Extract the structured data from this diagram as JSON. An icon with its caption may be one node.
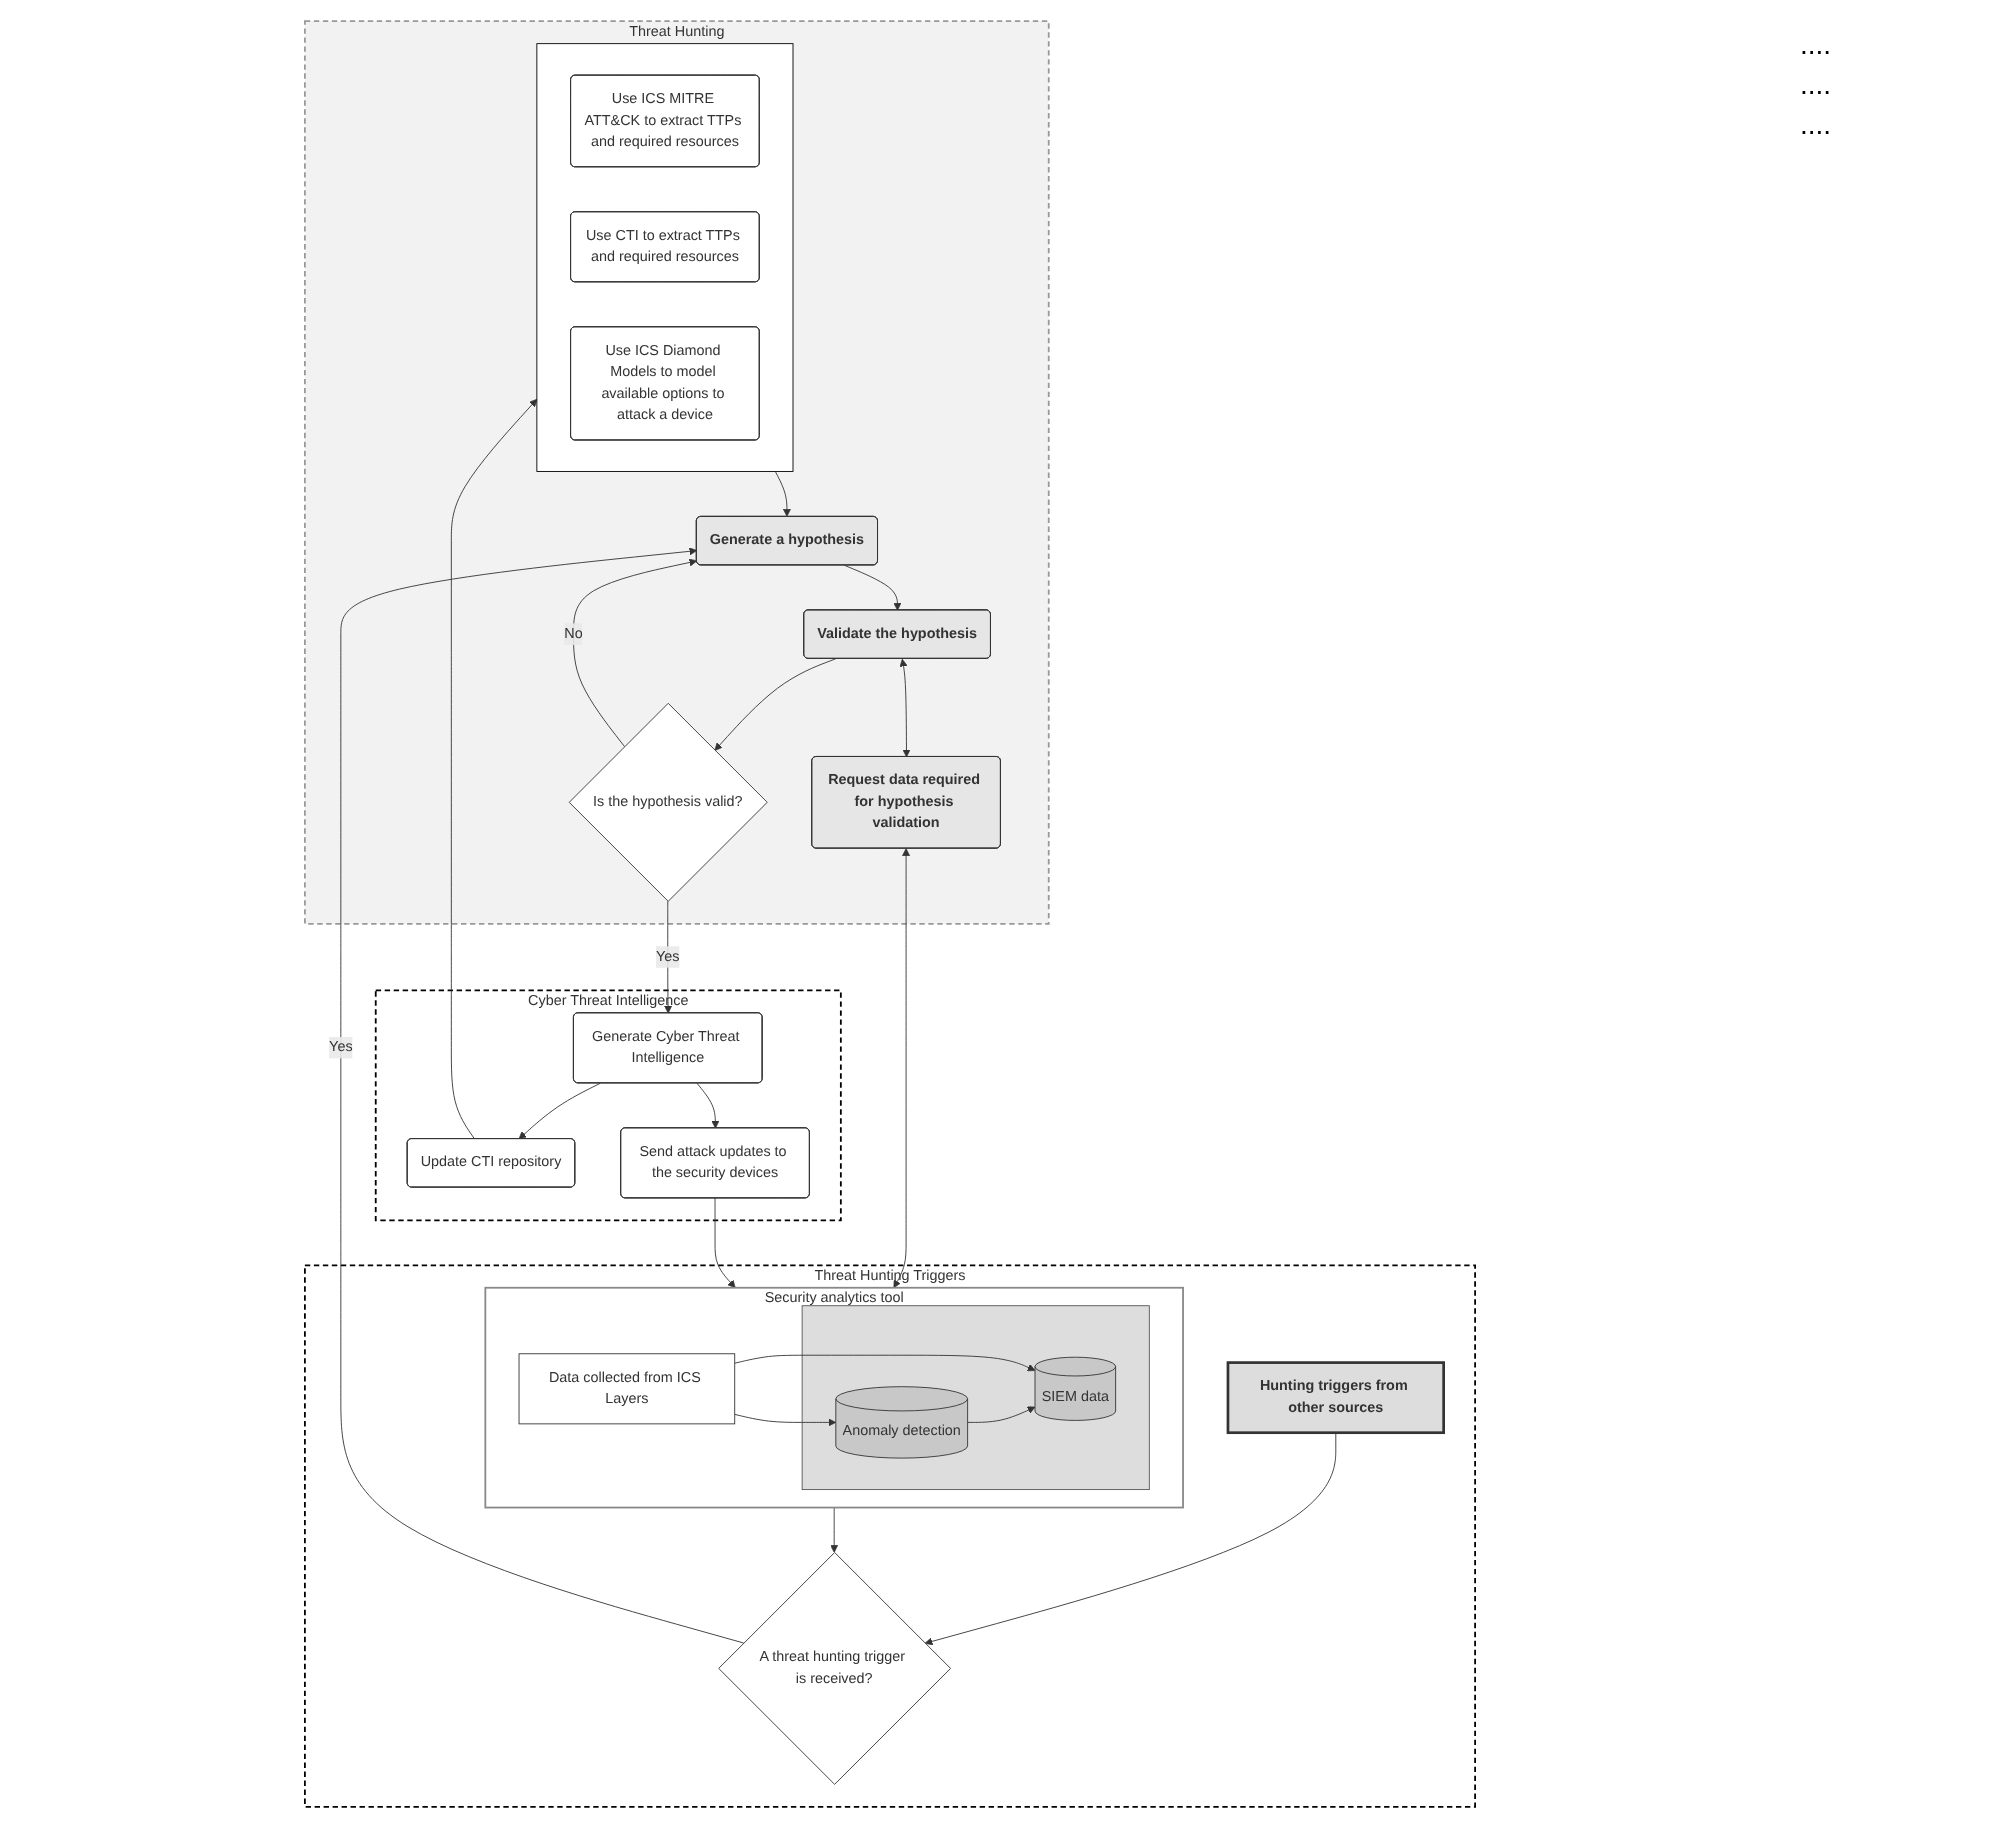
{
  "diagram": {
    "nodes": [
      {
        "text": [
          "Threat Hunting Triggers"
        ]
      },
      {
        "text": [
          "Hunting triggers from other sources"
        ],
        "in": 0
      },
      {
        "text": [
          "A threat hunting trigger is received?"
        ],
        "in": 0
      },
      {
        "text": [
          "Security analytics tool"
        ],
        "in": 0
      },
      {
        "text": [],
        "shape": "box",
        "in": 3
      },
      {
        "text": [
          "SIEM data"
        ],
        "in": 4
      },
      {
        "text": [
          "Anomaly detection"
        ],
        "in": 4
      },
      {
        "text": [
          "Data collected from ICS Layers"
        ],
        "in": 3
      },
      {
        "text": [
          "Threat Hunting"
        ]
      },
      {
        "text": [],
        "shape": "box",
        "in": 8
      },
      {
        "text": [
          "Use ICS MITRE ATT&CK to extract TTPs and required resources"
        ],
        "in": 9
      },
      {
        "text": [
          "Use CTI to extract TTPs and required resources"
        ],
        "in": 9
      },
      {
        "text": [
          "Use ICS Diamond Models to model available options to attack a device"
        ],
        "in": 9
      },
      {
        "text": [
          "Generate a hypothesis"
        ],
        "in": 8
      },
      {
        "text": [
          "Validate the hypothesis"
        ],
        "in": 8
      },
      {
        "text": [
          "Request data required for hypothesis validation"
        ],
        "in": 8
      },
      {
        "text": [
          "Is the hypothesis valid?"
        ],
        "in": 8
      },
      {
        "text": [
          "Cyber Threat Intelligence"
        ]
      },
      {
        "text": [
          "Update CTI repository"
        ],
        "in": 17
      },
      {
        "text": [
          "Generate Cyber Threat Intelligence"
        ],
        "in": 17
      },
      {
        "text": [
          "Send attack updates to the security devices"
        ],
        "in": 17
      }
    ],
    "edges": [
      {
        "from": 1,
        "to": 2,
        "arrow": "to"
      },
      {
        "from": 3,
        "to": 2,
        "arrow": "to"
      },
      {
        "from": 7,
        "to": 5,
        "arrow": "to"
      },
      {
        "from": 7,
        "to": 6,
        "arrow": "to"
      },
      {
        "from": 6,
        "to": 5,
        "arrow": "to"
      },
      {
        "from": 2,
        "to": 13,
        "arrow": "to",
        "label": "Yes"
      },
      {
        "from": 9,
        "to": 13,
        "arrow": "to"
      },
      {
        "from": 13,
        "to": 14,
        "arrow": "to"
      },
      {
        "from": 14,
        "to": 15,
        "arrow": "both"
      },
      {
        "from": 15,
        "to": 3,
        "arrow": "both"
      },
      {
        "from": 14,
        "to": 16,
        "arrow": "to"
      },
      {
        "from": 16,
        "to": 13,
        "arrow": "to",
        "label": "No"
      },
      {
        "from": 16,
        "to": 19,
        "arrow": "to",
        "label": "Yes"
      },
      {
        "from": 19,
        "to": 18,
        "arrow": "to"
      },
      {
        "from": 19,
        "to": 20,
        "arrow": "to"
      },
      {
        "from": 18,
        "to": 9,
        "arrow": "to"
      },
      {
        "from": 20,
        "to": 3,
        "arrow": "to"
      }
    ],
    "labels": [
      "....",
      "....",
      "...."
    ]
  }
}
